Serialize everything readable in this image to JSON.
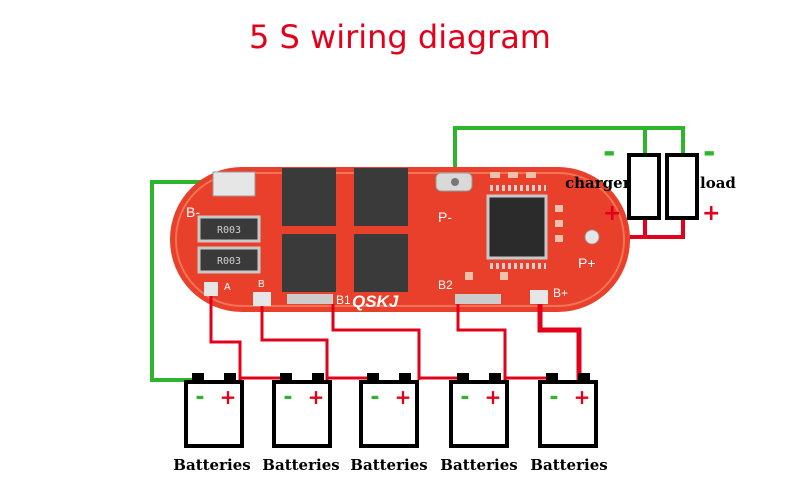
{
  "title": "5 S wiring diagram",
  "board": {
    "brand": "QSKJ",
    "labels": {
      "b_minus": "B-",
      "p_minus": "P-",
      "p_plus": "P+",
      "b1": "B1",
      "b2": "B2",
      "b_plus": "B+",
      "b": "B",
      "a": "A"
    },
    "resistor_code": "R003"
  },
  "outputs": {
    "charger_label": "charger",
    "load_label": "load",
    "minus_sign": "-",
    "plus_sign": "+"
  },
  "batteries": [
    {
      "label": "Batteries",
      "minus": "-",
      "plus": "+"
    },
    {
      "label": "Batteries",
      "minus": "-",
      "plus": "+"
    },
    {
      "label": "Batteries",
      "minus": "-",
      "plus": "+"
    },
    {
      "label": "Batteries",
      "minus": "-",
      "plus": "+"
    },
    {
      "label": "Batteries",
      "minus": "-",
      "plus": "+"
    }
  ],
  "colors": {
    "title": "#e3001b",
    "board": "#e8402a",
    "wire_negative": "#2db52d",
    "wire_positive": "#e3001b",
    "chip": "#3a3a3a"
  }
}
